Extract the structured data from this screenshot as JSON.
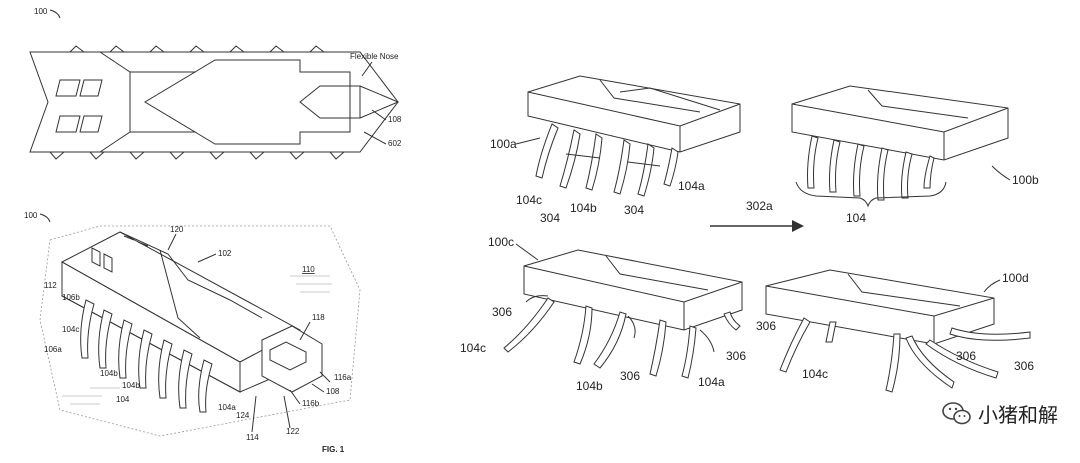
{
  "labels": {
    "fig_top_ref": "100",
    "flexible_nose": "Flexible Nose",
    "top_108": "108",
    "top_602": "602",
    "fig_iso_ref": "100",
    "iso_120": "120",
    "iso_102": "102",
    "iso_110": "110",
    "iso_112": "112",
    "iso_106b": "106b",
    "iso_118": "118",
    "iso_104c": "104c",
    "iso_106a": "106a",
    "iso_104b_1": "104b",
    "iso_104b_2": "104b",
    "iso_104": "104",
    "iso_104a": "104a",
    "iso_124": "124",
    "iso_114": "114",
    "iso_122": "122",
    "iso_116b": "116b",
    "iso_108": "108",
    "iso_116a": "116a",
    "fig_caption": "FIG. 1",
    "r_100a": "100a",
    "r_104c_a": "104c",
    "r_104b_a": "104b",
    "r_304_1": "304",
    "r_304_2": "304",
    "r_104a_a": "104a",
    "r_302a": "302a",
    "r_100b": "100b",
    "r_104": "104",
    "r_100c": "100c",
    "r_306_1": "306",
    "r_104c_c": "104c",
    "r_104b_c": "104b",
    "r_306_2": "306",
    "r_104a_c": "104a",
    "r_306_3": "306",
    "r_306_4": "306",
    "r_100d": "100d",
    "r_104c_d": "104c",
    "r_306_5": "306",
    "r_306_6": "306"
  },
  "watermark": {
    "text": "小猪和解"
  }
}
